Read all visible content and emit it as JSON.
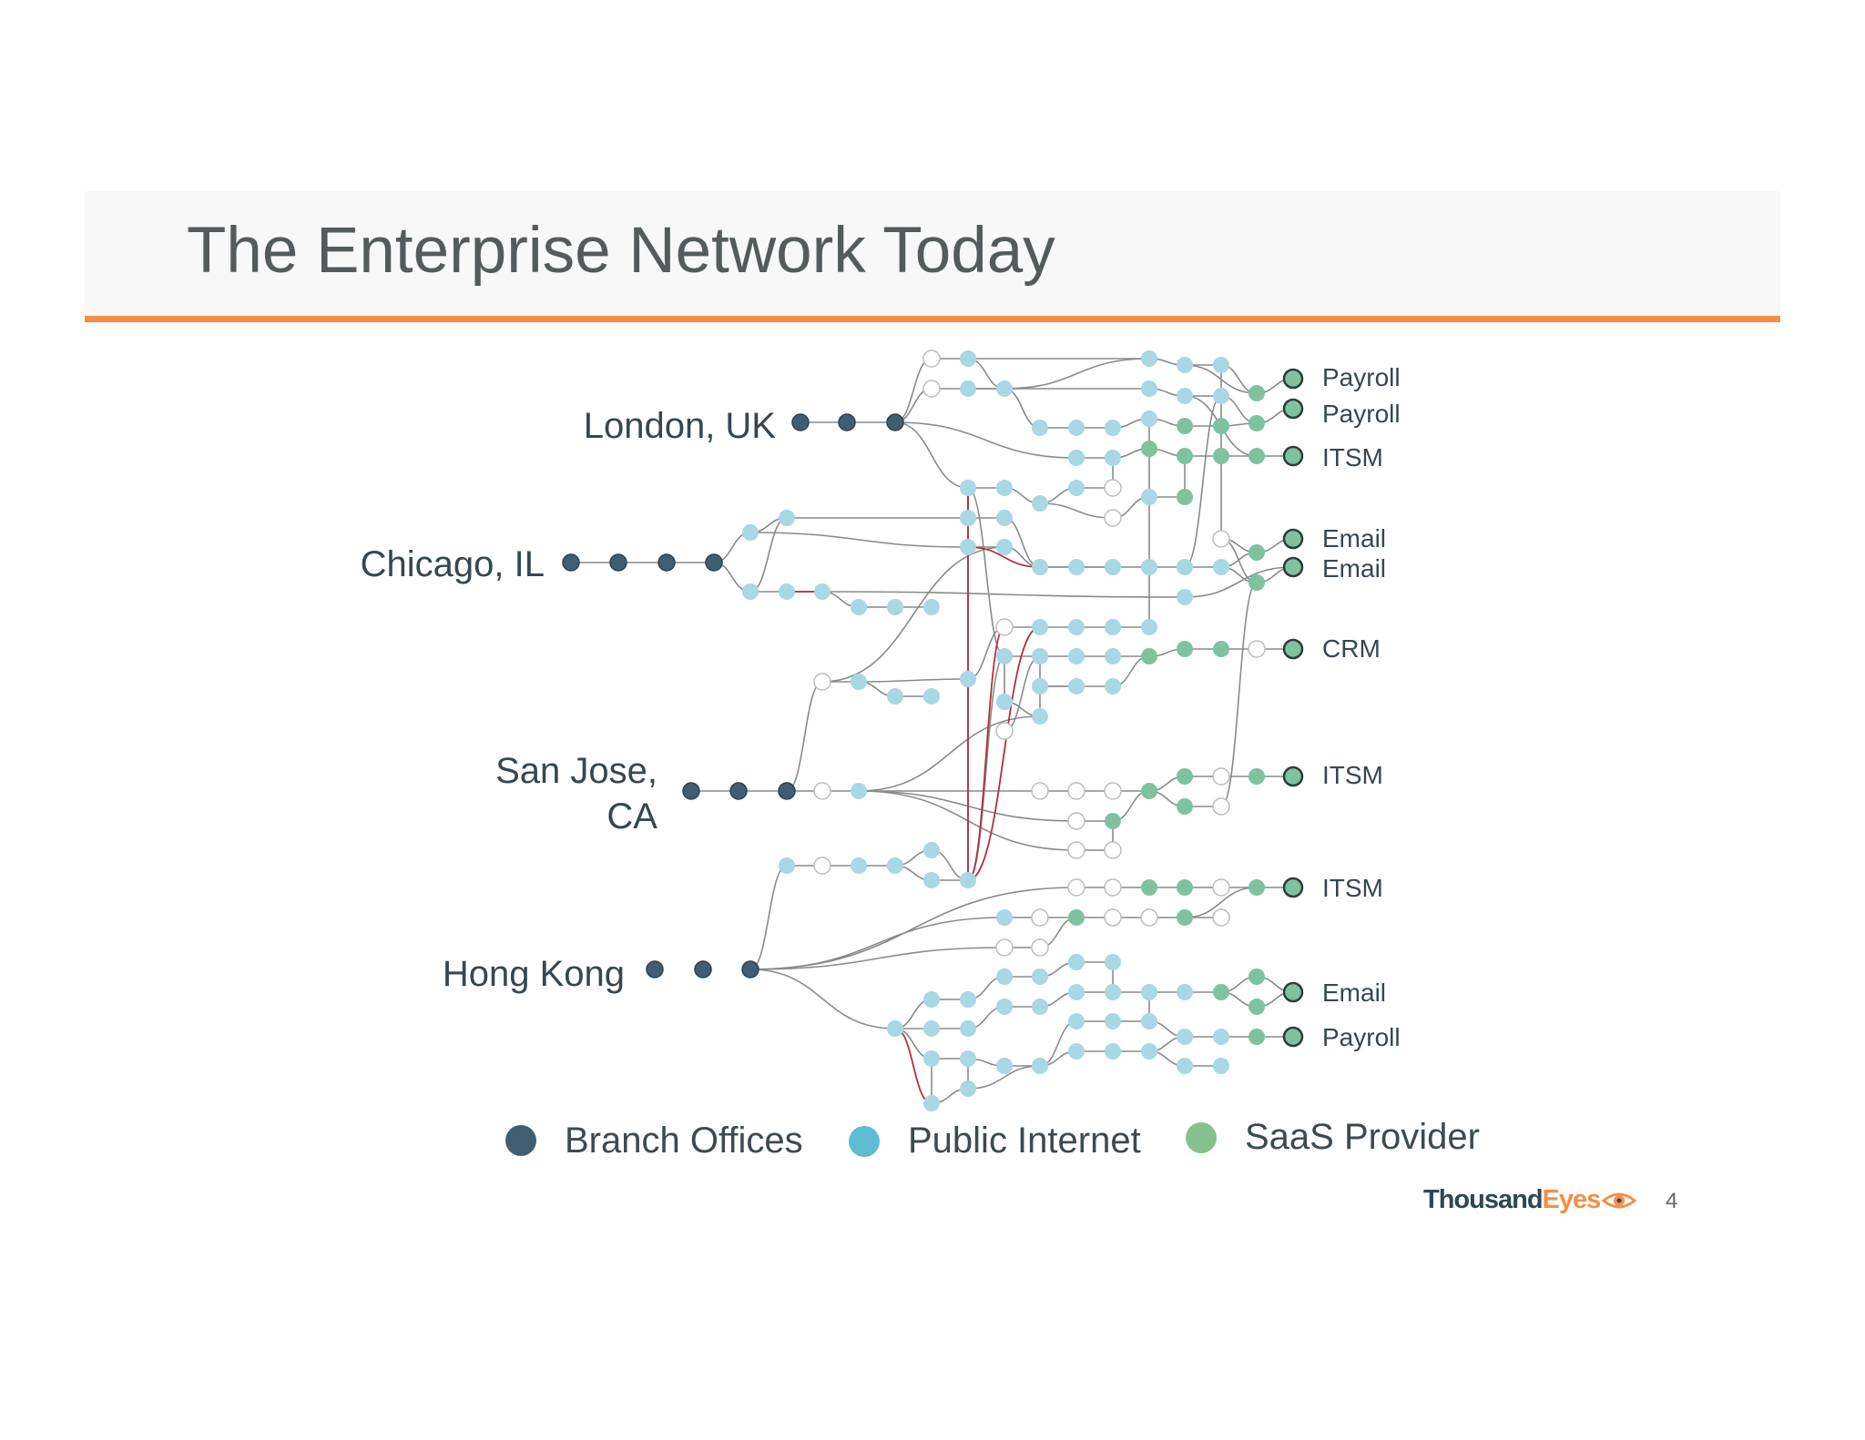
{
  "slide": {
    "title": "The Enterprise Network Today",
    "page_number": "4"
  },
  "locations": {
    "london": "London, UK",
    "chicago": "Chicago, IL",
    "sanjose_line1": "San Jose,",
    "sanjose_line2": "CA",
    "hongkong": "Hong Kong"
  },
  "destinations": {
    "d1": "Payroll",
    "d2": "Payroll",
    "d3": "ITSM",
    "d4": "Email",
    "d5": "Email",
    "d6": "CRM",
    "d7": "ITSM",
    "d8": "ITSM",
    "d9": "Email",
    "d10": "Payroll"
  },
  "legend": {
    "branch": "Branch Offices",
    "internet": "Public Internet",
    "saas": "SaaS Provider"
  },
  "logo": {
    "thousand": "Thousand",
    "eyes": "Eyes"
  },
  "colors": {
    "branch": "#3f5e72",
    "internet": "#a7d8e4",
    "saas": "#7fc2a0",
    "hop_unknown": "#ffffff",
    "link": "#8a8a8a",
    "link_problem": "#b0303c",
    "accent_rule": "#f58f45",
    "title_band": "#f7f8f7"
  }
}
